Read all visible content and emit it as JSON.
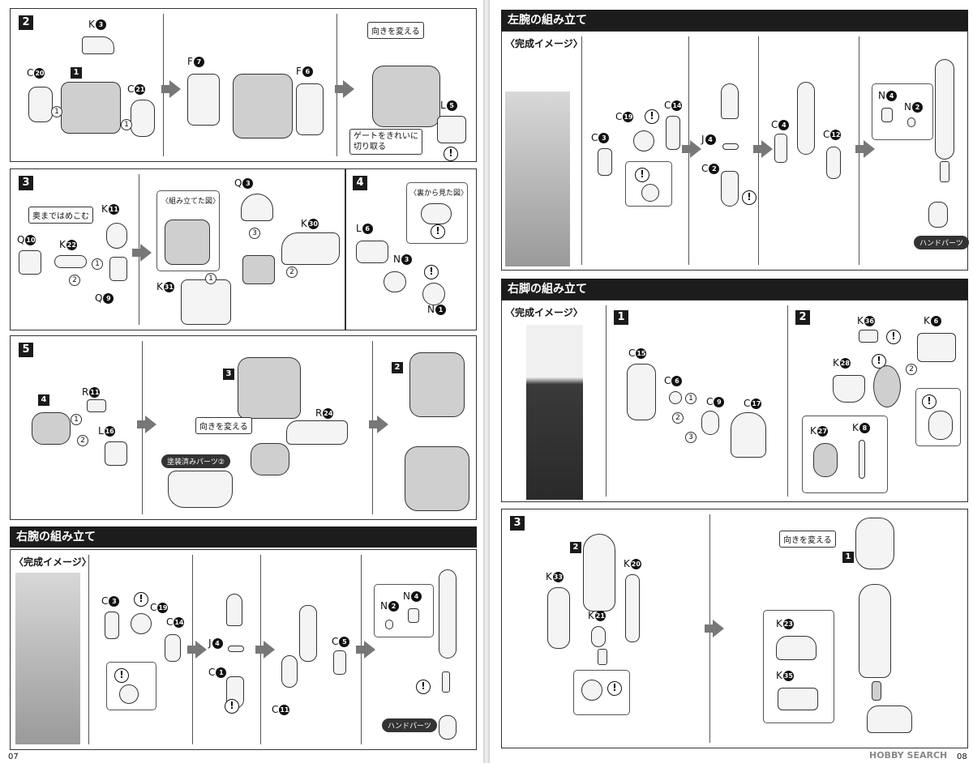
{
  "left_page": {
    "page_number": "07",
    "step2": {
      "step": "2",
      "parts": {
        "k3": "K",
        "c20": "C",
        "c21": "C",
        "f7": "F",
        "f6": "F",
        "l5": "L"
      },
      "numbers": {
        "k3": "3",
        "c20": "20",
        "c21": "21",
        "f7": "7",
        "f6": "6",
        "l5": "5"
      },
      "subassembly": "1",
      "note_orient": "向きを変える",
      "note_gate": "ゲートをきれいに\n切り取る"
    },
    "step3": {
      "step": "3",
      "note_push": "奥まではめこむ",
      "inset_title": "〈組み立てた図〉",
      "parts": {
        "k11": "K",
        "q10": "Q",
        "k22": "K",
        "q9": "Q",
        "q3": "Q",
        "k30": "K",
        "k31": "K"
      },
      "numbers": {
        "k11": "11",
        "q10": "10",
        "k22": "22",
        "q9": "9",
        "q3": "3",
        "k30": "30",
        "k31": "31"
      }
    },
    "step4": {
      "step": "4",
      "inset_title": "〈裏から見た図〉",
      "parts": {
        "l6": "L",
        "n3": "N",
        "n1": "N"
      },
      "numbers": {
        "l6": "6",
        "n3": "3",
        "n1": "1"
      }
    },
    "step5": {
      "step": "5",
      "sub4": "4",
      "sub3": "3",
      "sub2": "2",
      "note_orient": "向きを変える",
      "tag_painted": "塗装済みパーツ②",
      "parts": {
        "r11": "R",
        "l16": "L",
        "r24": "R"
      },
      "numbers": {
        "r11": "11",
        "l16": "16",
        "r24": "24"
      }
    },
    "right_arm": {
      "title": "右腕の組み立て",
      "complete_image": "〈完成イメージ〉",
      "hand_tag": "ハンドパーツ",
      "parts": {
        "c3": "C",
        "c19": "C",
        "c14": "C",
        "j4": "J",
        "c1": "C",
        "c5": "C",
        "c11": "C",
        "n2": "N",
        "n4": "N"
      },
      "numbers": {
        "c3": "3",
        "c19": "19",
        "c14": "14",
        "j4": "4",
        "c1": "1",
        "c5": "5",
        "c11": "11",
        "n2": "2",
        "n4": "4"
      }
    }
  },
  "right_page": {
    "page_number": "08",
    "left_arm": {
      "title": "左腕の組み立て",
      "complete_image": "〈完成イメージ〉",
      "hand_tag": "ハンドパーツ",
      "parts": {
        "c19": "C",
        "c14": "C",
        "c3": "C",
        "j4": "J",
        "c2": "C",
        "c4": "C",
        "c12": "C",
        "n4": "N",
        "n2": "N"
      },
      "numbers": {
        "c19": "19",
        "c14": "14",
        "c3": "3",
        "j4": "4",
        "c2": "2",
        "c4": "4",
        "c12": "12",
        "n4": "4",
        "n2": "2"
      }
    },
    "right_leg": {
      "title": "右脚の組み立て",
      "complete_image": "〈完成イメージ〉",
      "step1": "1",
      "step2": "2",
      "step3": "3",
      "sub1": "1",
      "sub2": "2",
      "note_orient": "向きを変える",
      "parts": {
        "c15": "C",
        "c6": "C",
        "c9": "C",
        "c17": "C",
        "k36": "K",
        "k6": "K",
        "k28": "K",
        "k27": "K",
        "k8": "K",
        "k33": "K",
        "k20": "K",
        "k21": "K",
        "k23": "K",
        "k35": "K"
      },
      "numbers": {
        "c15": "15",
        "c6": "6",
        "c9": "9",
        "c17": "17",
        "k36": "36",
        "k6": "6",
        "k28": "28",
        "k27": "27",
        "k8": "8",
        "k33": "33",
        "k20": "20",
        "k21": "21",
        "k23": "23",
        "k35": "35"
      }
    },
    "watermark": "HOBBY SEARCH"
  }
}
